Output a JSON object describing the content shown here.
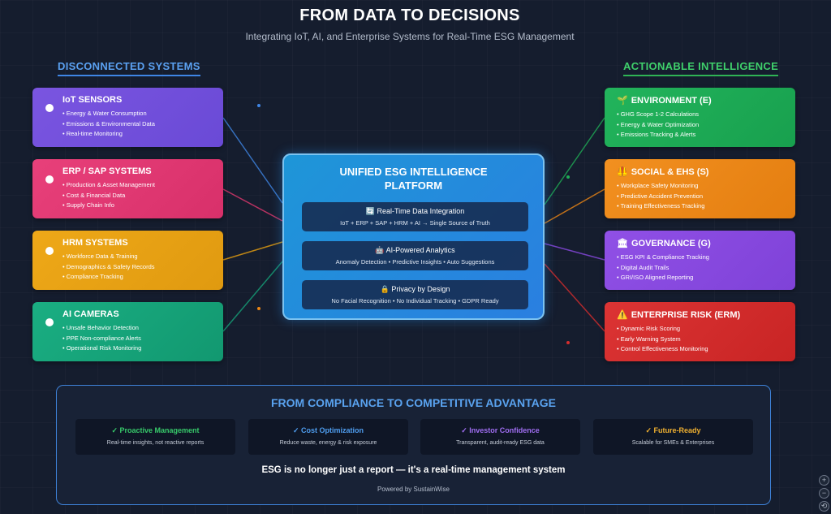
{
  "header": {
    "title": "FROM DATA TO DECISIONS",
    "subtitle": "Integrating IoT, AI, and Enterprise Systems for Real-Time ESG Management"
  },
  "left": {
    "heading": "DISCONNECTED SYSTEMS",
    "cards": [
      {
        "title": "IoT SENSORS",
        "items": [
          "Energy & Water Consumption",
          "Emissions & Environmental Data",
          "Real-time Monitoring"
        ]
      },
      {
        "title": "ERP / SAP SYSTEMS",
        "items": [
          "Production & Asset Management",
          "Cost & Financial Data",
          "Supply Chain Info"
        ]
      },
      {
        "title": "HRM SYSTEMS",
        "items": [
          "Workforce Data & Training",
          "Demographics & Safety Records",
          "Compliance Tracking"
        ]
      },
      {
        "title": "AI CAMERAS",
        "items": [
          "Unsafe Behavior Detection",
          "PPE Non-compliance Alerts",
          "Operational Risk Monitoring"
        ]
      }
    ]
  },
  "right": {
    "heading": "ACTIONABLE INTELLIGENCE",
    "cards": [
      {
        "icon": "🌱",
        "title": "ENVIRONMENT (E)",
        "items": [
          "GHG Scope 1-2 Calculations",
          "Energy & Water Optimization",
          "Emissions Tracking & Alerts"
        ]
      },
      {
        "icon": "🦺",
        "title": "SOCIAL & EHS (S)",
        "items": [
          "Workplace Safety Monitoring",
          "Predictive Accident Prevention",
          "Training Effectiveness Tracking"
        ]
      },
      {
        "icon": "🏛",
        "title": "GOVERNANCE (G)",
        "items": [
          "ESG KPI & Compliance Tracking",
          "Digital Audit Trails",
          "GRI/ISO Aligned Reporting"
        ]
      },
      {
        "icon": "⚠️",
        "title": "ENTERPRISE RISK (ERM)",
        "items": [
          "Dynamic Risk Scoring",
          "Early Warning System",
          "Control Effectiveness Monitoring"
        ]
      }
    ]
  },
  "platform": {
    "title_line1": "UNIFIED ESG INTELLIGENCE",
    "title_line2": "PLATFORM",
    "boxes": [
      {
        "icon": "🔄",
        "label": "Real-Time Data Integration",
        "desc": "IoT + ERP + SAP + HRM + AI → Single Source of Truth"
      },
      {
        "icon": "🤖",
        "label": "AI-Powered Analytics",
        "desc": "Anomaly Detection • Predictive Insights • Auto Suggestions"
      },
      {
        "icon": "🔒",
        "label": "Privacy by Design",
        "desc": "No Facial Recognition • No Individual Tracking • GDPR Ready"
      }
    ]
  },
  "bottom": {
    "title": "FROM COMPLIANCE TO COMPETITIVE ADVANTAGE",
    "benefits": [
      {
        "label": "✓ Proactive Management",
        "desc": "Real-time insights, not reactive reports",
        "color": "#37c96a"
      },
      {
        "label": "✓ Cost Optimization",
        "desc": "Reduce waste, energy & risk exposure",
        "color": "#4f9ef0"
      },
      {
        "label": "✓ Investor Confidence",
        "desc": "Transparent, audit-ready ESG data",
        "color": "#a06ef2"
      },
      {
        "label": "✓ Future-Ready",
        "desc": "Scalable for SMEs & Enterprises",
        "color": "#f0b030"
      }
    ],
    "tagline": "ESG is no longer just a report — it's a real-time management system",
    "powered_by": "Powered by SustainWise"
  },
  "colors": {
    "iot": "#7a55e0",
    "erp": "#e0386e",
    "hrm": "#e8a010",
    "ai": "#16a37a",
    "env": "#1fae56",
    "soc": "#ee8714",
    "gov": "#8a49e2",
    "erm": "#d62d2d"
  },
  "zoom_controls": [
    "+",
    "−",
    "⟲"
  ]
}
